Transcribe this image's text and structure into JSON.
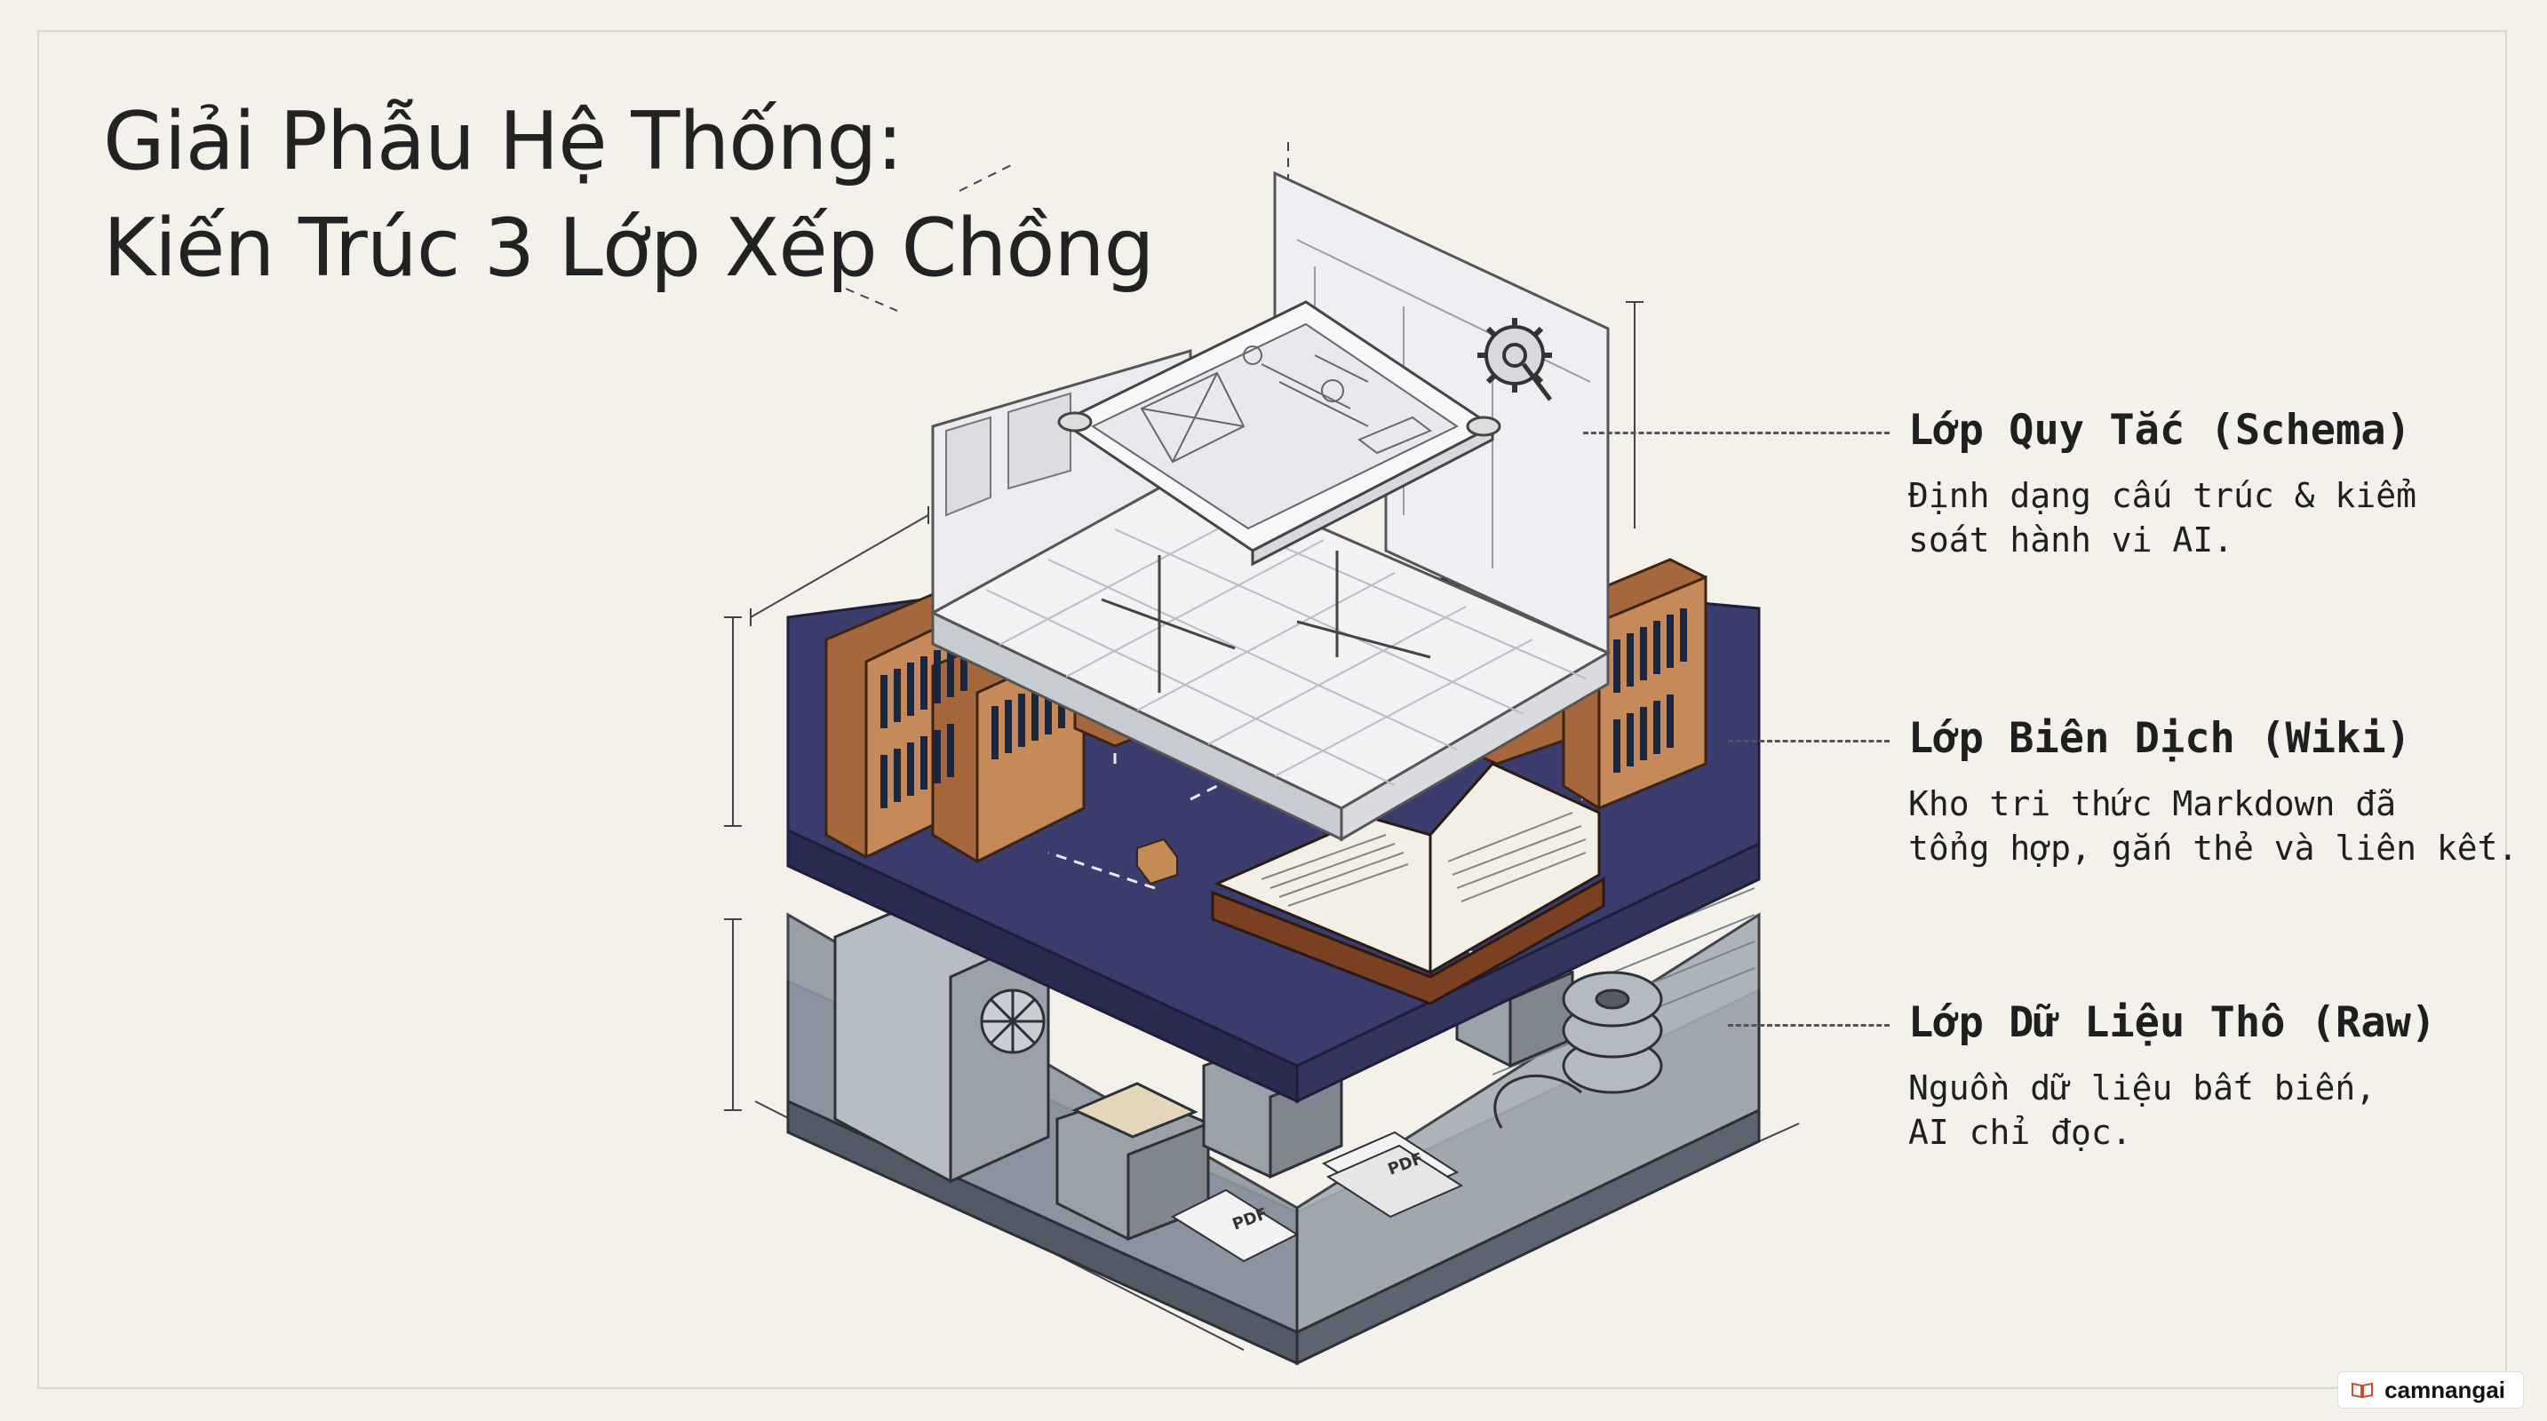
{
  "title": {
    "line1": "Giải Phẫu Hệ Thống:",
    "line2": "Kiến Trúc 3 Lớp Xếp Chồng"
  },
  "layers": [
    {
      "title": "Lớp Quy Tắc (Schema)",
      "desc_line1": "Định dạng cấu trúc & kiểm",
      "desc_line2": "soát hành vi AI."
    },
    {
      "title": "Lớp Biên Dịch (Wiki)",
      "desc_line1": "Kho tri thức Markdown đã",
      "desc_line2": "tổng hợp, gắn thẻ và liên kết."
    },
    {
      "title": "Lớp Dữ Liệu Thô (Raw)",
      "desc_line1": "Nguồn dữ liệu bất biến,",
      "desc_line2": "AI chỉ đọc."
    }
  ],
  "illustration_labels": {
    "pdf_1": "PDF",
    "pdf_2": "PDF"
  },
  "brand": {
    "name": "camnangai"
  },
  "colors": {
    "background": "#f4f1ea",
    "wiki_floor": "#3b3c6e",
    "raw_floor": "#6d7683",
    "schema_floor": "#f2f2f4",
    "wood": "#a5673b",
    "brand_icon": "#d6452f"
  }
}
